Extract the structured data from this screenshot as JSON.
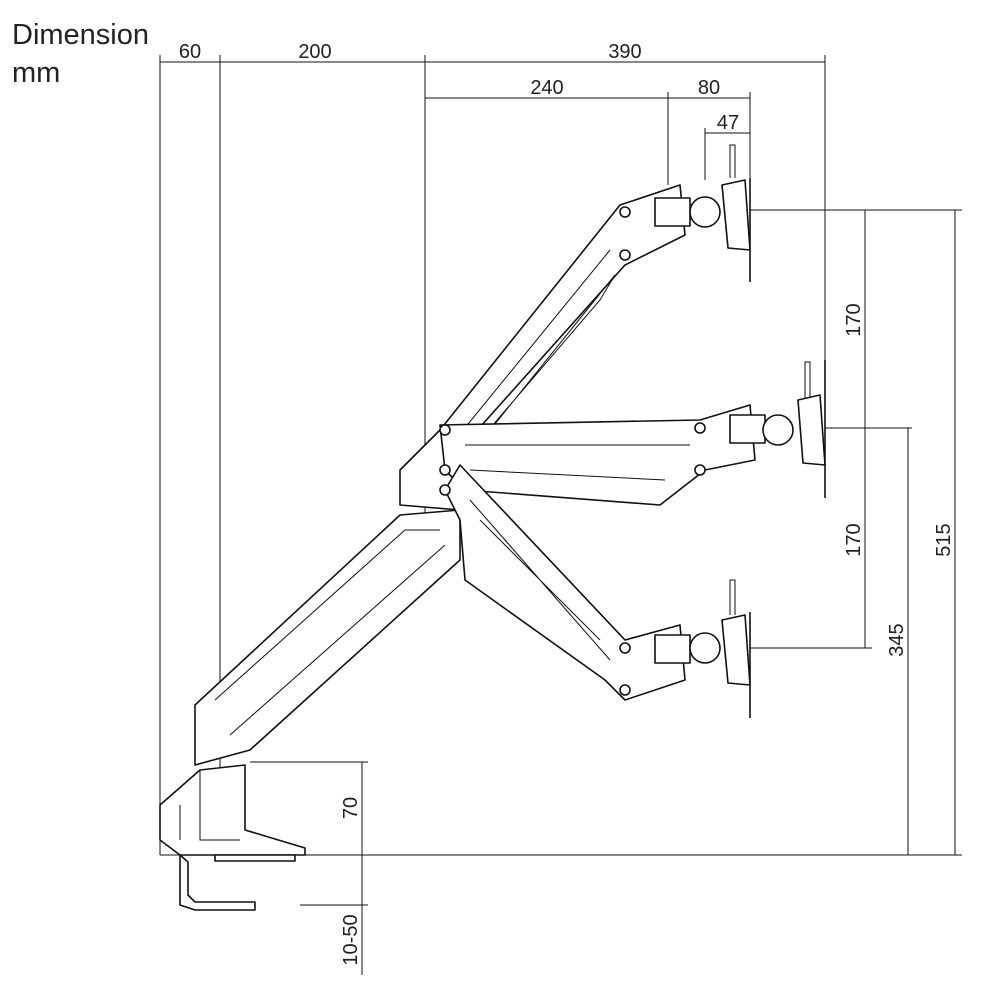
{
  "header": {
    "title_line1": "Dimension",
    "title_line2": "mm"
  },
  "dimensions": {
    "base_offset": "60",
    "lower_arm_reach": "200",
    "upper_arm_reach": "390",
    "upper_arm_segment": "240",
    "head_depth": "80",
    "vesa_plate_depth": "47",
    "upper_tilt_range": "170",
    "lower_tilt_range": "170",
    "max_height": "515",
    "mid_height": "345",
    "base_height": "70",
    "clamp_thickness": "10-50"
  }
}
